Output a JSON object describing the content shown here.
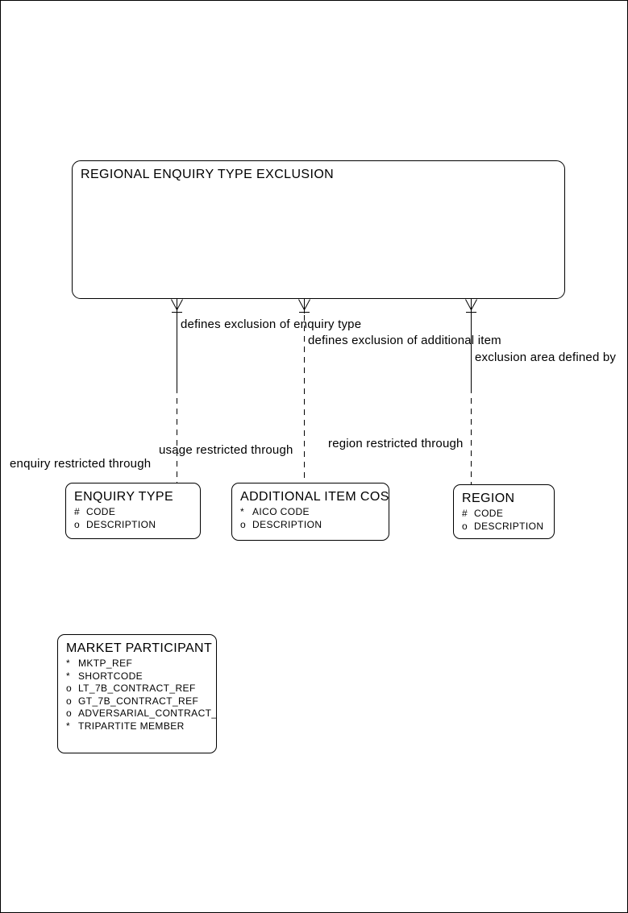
{
  "canvas": {
    "background": "#ffffff",
    "line_color": "#000000",
    "border_color": "#000000"
  },
  "entities": {
    "exclusion": {
      "name": "REGIONAL ENQUIRY TYPE EXCLUSION",
      "attributes": []
    },
    "enquiry_type": {
      "name": "ENQUIRY TYPE",
      "attributes": [
        {
          "bullet": "#",
          "name": "CODE"
        },
        {
          "bullet": "o",
          "name": "DESCRIPTION"
        }
      ]
    },
    "additional_item_cost": {
      "name": "ADDITIONAL ITEM COST",
      "attributes": [
        {
          "bullet": "*",
          "name": "AICO CODE"
        },
        {
          "bullet": "o",
          "name": "DESCRIPTION"
        }
      ]
    },
    "region": {
      "name": "REGION",
      "attributes": [
        {
          "bullet": "#",
          "name": "CODE"
        },
        {
          "bullet": "o",
          "name": "DESCRIPTION"
        }
      ]
    },
    "market_participant": {
      "name": "MARKET PARTICIPANT",
      "attributes": [
        {
          "bullet": "*",
          "name": "MKTP_REF"
        },
        {
          "bullet": "*",
          "name": "SHORTCODE"
        },
        {
          "bullet": "o",
          "name": "LT_7B_CONTRACT_REF"
        },
        {
          "bullet": "o",
          "name": "GT_7B_CONTRACT_REF"
        },
        {
          "bullet": "o",
          "name": "ADVERSARIAL_CONTRACT_REF"
        },
        {
          "bullet": "*",
          "name": "TRIPARTITE MEMBER"
        }
      ]
    }
  },
  "relationships": {
    "enquiry": {
      "near_label": "defines exclusion of enquiry type",
      "far_label": "enquiry restricted through"
    },
    "additional_item": {
      "near_label": "defines exclusion of additional item",
      "far_label": "usage restricted through"
    },
    "region": {
      "near_label": "exclusion area defined by",
      "far_label": "region restricted through"
    }
  }
}
